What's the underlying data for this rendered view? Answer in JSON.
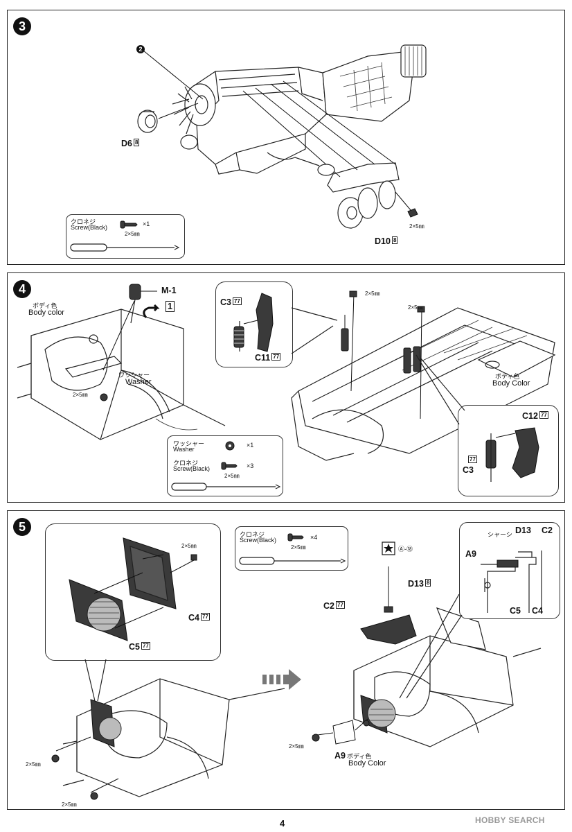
{
  "page_number": "4",
  "watermark": "HOBBY SEARCH",
  "step3": {
    "number": "3",
    "part_2": "2",
    "d6": "D6",
    "d6_h": "8",
    "d10": "D10",
    "d10_h": "8",
    "screw_size": "2×5㎜",
    "legend": {
      "screw_jp": "クロネジ",
      "screw_en": "Screw(Black)",
      "count": "×1",
      "size": "2×5㎜"
    }
  },
  "step4": {
    "number": "4",
    "body_color_jp": "ボディ色",
    "body_color_en": "Body color",
    "m1": "M-1",
    "flip_mark": "1",
    "washer_jp": "ワッシャー",
    "washer_en": "Washer",
    "screw_size_left": "2×5㎜",
    "c3_top": "C3",
    "c3_top_h": "77",
    "c11": "C11",
    "c11_h": "77",
    "screw_size_top": "2×5㎜",
    "screw_size_mid": "2×5㎜",
    "body_color2_jp": "ボディ色",
    "body_color2_en": "Body Color",
    "c12": "C12",
    "c12_h": "77",
    "c3_bottom": "C3",
    "c3_bottom_h": "77",
    "legend": {
      "washer_jp": "ワッシャー",
      "washer_en": "Washer",
      "washer_count": "×1",
      "screw_jp": "クロネジ",
      "screw_en": "Screw(Black)",
      "screw_count": "×3",
      "screw_size": "2×5㎜"
    }
  },
  "step5": {
    "number": "5",
    "screw_size_c4": "2×5㎜",
    "c4": "C4",
    "c4_h": "77",
    "c5": "C5",
    "c5_h": "77",
    "screw_left_1": "2×5㎜",
    "screw_left_2": "2×5㎜",
    "legend": {
      "screw_jp": "クロネジ",
      "screw_en": "Screw(Black)",
      "count": "×4",
      "size": "2×5㎜"
    },
    "decal_ref": "Ⓐ-⑱",
    "d13": "D13",
    "d13_h": "8",
    "c2": "C2",
    "c2_h": "77",
    "screw_right": "2×5㎜",
    "a9": "A9",
    "a9_color_jp": "ボディ色",
    "a9_color_en": "Body Color",
    "detail": {
      "chassis_jp": "シャーシ",
      "d13": "D13",
      "c2": "C2",
      "a9": "A9",
      "c5": "C5",
      "c4": "C4"
    }
  }
}
